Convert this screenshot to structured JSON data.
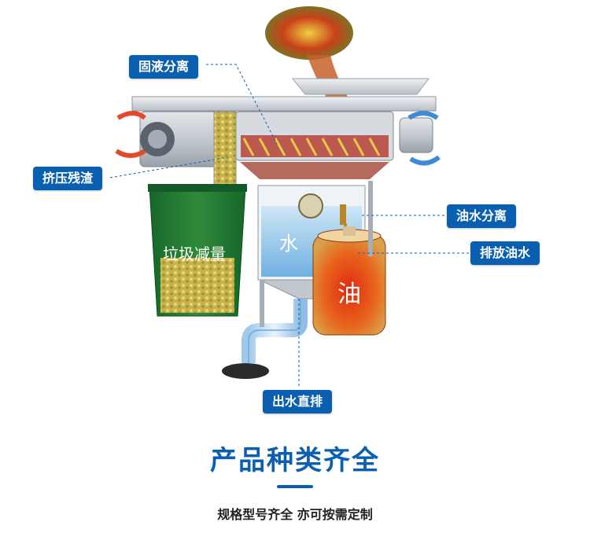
{
  "colors": {
    "accent": "#0b5fb0",
    "bin_green": "#1f7a2a",
    "oil_red": "#d9321a",
    "water_blue": "#7fbde8"
  },
  "diagram": {
    "labels": {
      "solid_liquid": "固液分离",
      "squeeze": "挤压残渣",
      "oil_water": "油水分离",
      "drain_oil": "排放油水",
      "water_out": "出水直排"
    },
    "bin_text": "垃圾减量",
    "water_text": "水",
    "oil_text": "油"
  },
  "footer": {
    "headline": "产品种类齐全",
    "subline": "规格型号齐全 亦可按需定制"
  }
}
